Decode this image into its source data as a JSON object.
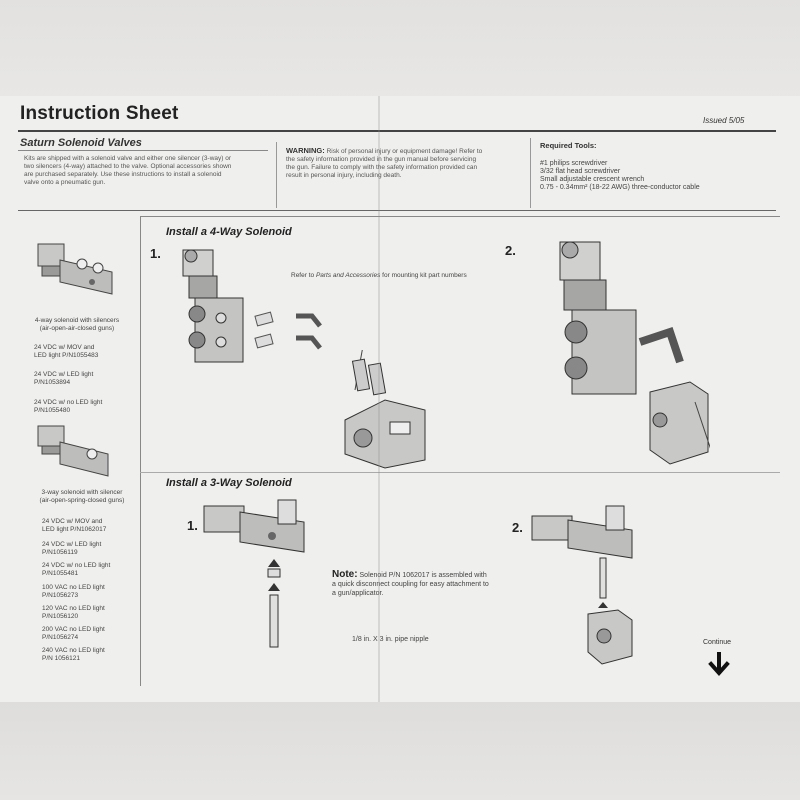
{
  "header": {
    "title": "Instruction Sheet",
    "issued": "Issued 5/05",
    "subtitle": "Saturn Solenoid Valves"
  },
  "intro": {
    "lines": [
      "Kits are shipped with a solenoid valve and either one silencer (3-way) or",
      "two silencers (4-way) attached to the valve. Optional accessories shown",
      "are purchased separately. Use these instructions to install a solenoid",
      "valve onto a pneumatic gun."
    ]
  },
  "warning": {
    "label": "WARNING:",
    "lines": [
      "Risk of personal injury or equipment damage! Refer to",
      "the safety information provided in the gun manual before servicing",
      "the gun. Failure to comply with the safety information provided can",
      "result in personal injury, including death."
    ]
  },
  "tools": {
    "heading": "Required Tools:",
    "items": [
      "#1 philips screwdriver",
      "3/32 flat head screwdriver",
      "Small adjustable crescent wrench",
      "0.75 - 0.34mm² (18-22 AWG) three-conductor cable"
    ]
  },
  "sidebar": {
    "four_way_caption_1": "4-way solenoid with silencers",
    "four_way_caption_2": "(air-open-air-closed guns)",
    "four_way_items": [
      [
        "24 VDC w/ MOV and",
        "LED light P/N1055483"
      ],
      [
        "24 VDC w/ LED light",
        "P/N1053894"
      ],
      [
        "24 VDC w/ no LED light",
        "P/N1055480"
      ]
    ],
    "three_way_caption_1": "3-way solenoid with silencer",
    "three_way_caption_2": "(air-open-spring-closed guns)",
    "three_way_items": [
      [
        "24 VDC w/ MOV and",
        "LED light P/N1062017"
      ],
      [
        "24 VDC w/ LED light",
        "P/N1056119"
      ],
      [
        "24 VDC w/ no LED light",
        "P/N1055481"
      ],
      [
        "100 VAC no LED light",
        "P/N1056273"
      ],
      [
        "120 VAC no LED light",
        "P/N1056120"
      ],
      [
        "200 VAC no LED light",
        "P/N1056274"
      ],
      [
        "240 VAC no LED light",
        "P/N 1056121"
      ]
    ]
  },
  "four_way": {
    "heading": "Install a 4-Way Solenoid",
    "step1": "1.",
    "step2": "2.",
    "refer_prefix": "Refer to ",
    "refer_italic": "Parts and Accessories",
    "refer_suffix": " for mounting kit part numbers"
  },
  "three_way": {
    "heading": "Install a 3-Way Solenoid",
    "step1": "1.",
    "step2": "2.",
    "note_label": "Note:",
    "note_lines": [
      "Solenoid P/N 1062017 is assembled with",
      "a quick disconnect coupling for easy attachment to",
      "a gun/applicator."
    ],
    "nipple_label": "1/8 in. X 3 in. pipe nipple"
  },
  "continue": {
    "label": "Continue"
  }
}
